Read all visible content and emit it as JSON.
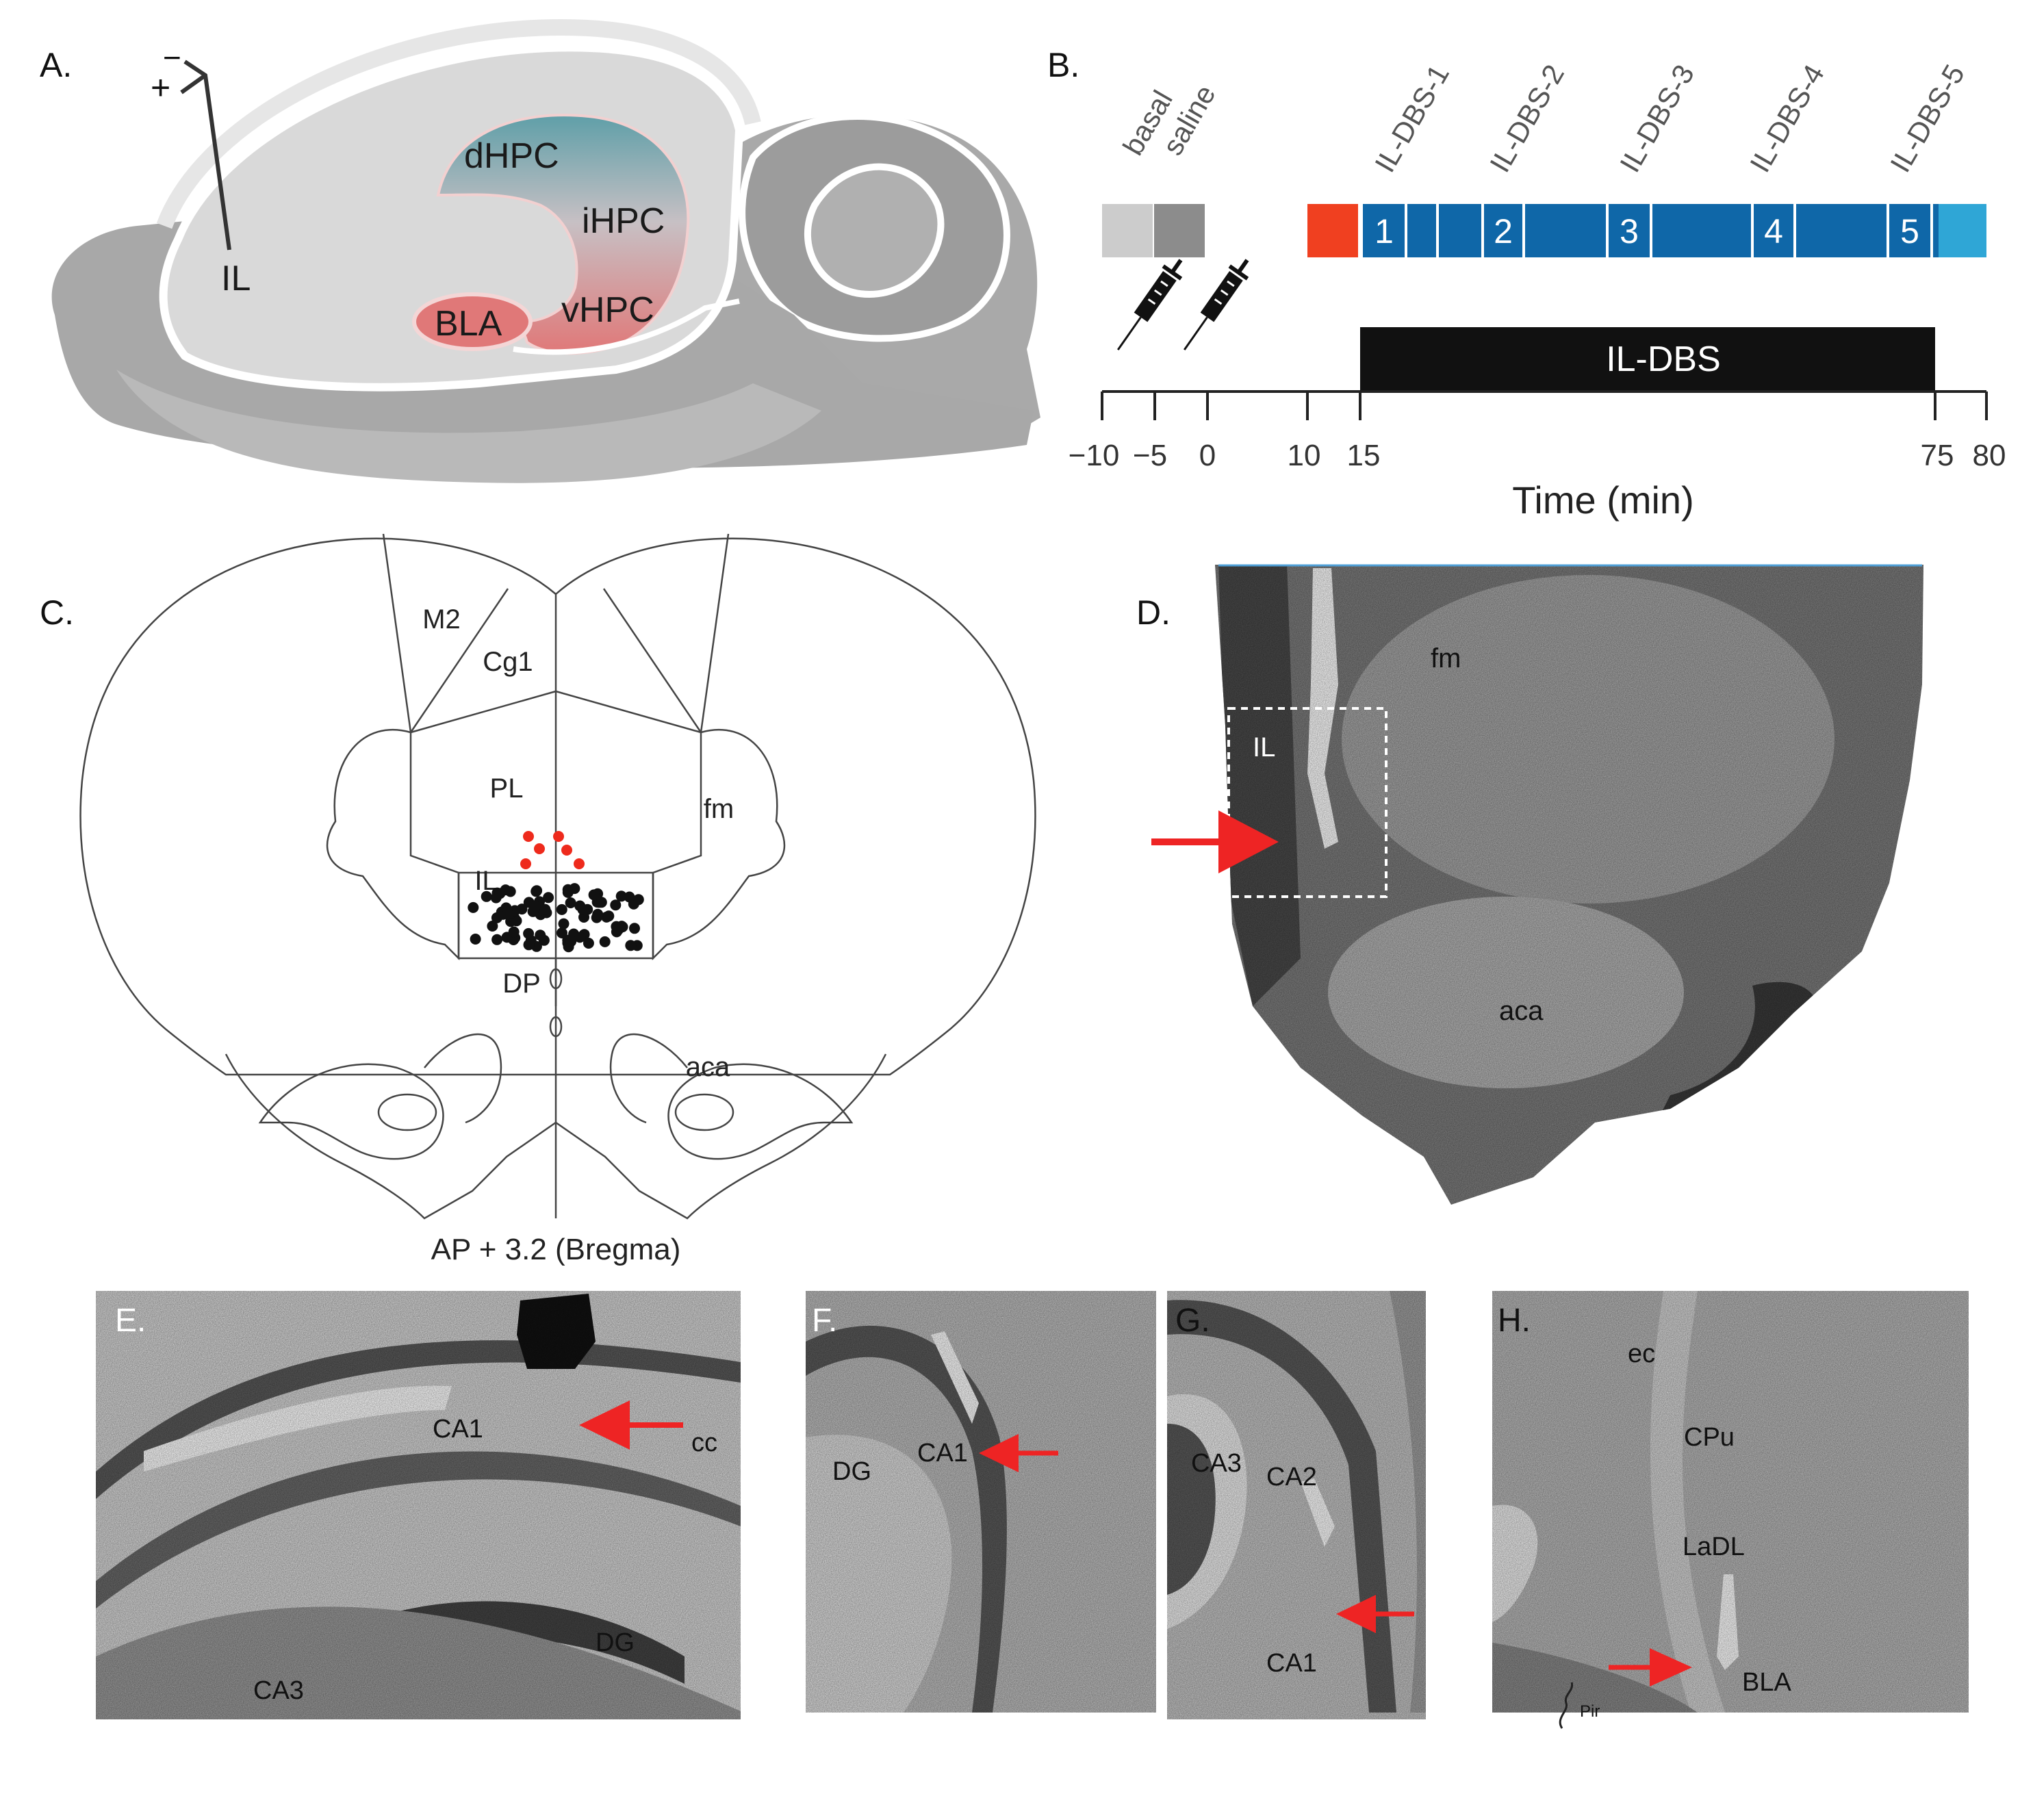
{
  "panels": {
    "a": {
      "label": "A.",
      "polarity_minus": "−",
      "polarity_plus": "+",
      "regions": {
        "dhpc": "dHPC",
        "ihpc": "iHPC",
        "vhpc": "vHPC",
        "bla": "BLA",
        "il": "IL"
      }
    },
    "b": {
      "label": "B.",
      "phase_labels": [
        "basal",
        "saline",
        "IL-DBS-1",
        "IL-DBS-2",
        "IL-DBS-3",
        "IL-DBS-4",
        "IL-DBS-5"
      ],
      "block_numbers": [
        "1",
        "2",
        "3",
        "4",
        "5"
      ],
      "stim_bar_label": "IL-DBS",
      "ticks": [
        "−10",
        "−5",
        "0",
        "10",
        "15",
        "75",
        "80"
      ],
      "axis_title": "Time (min)"
    },
    "c": {
      "label": "C.",
      "regions": {
        "m2": "M2",
        "cg1": "Cg1",
        "pl": "PL",
        "il": "IL",
        "dp": "DP",
        "fm": "fm",
        "aca": "aca"
      },
      "caption": "AP + 3.2 (Bregma)"
    },
    "d": {
      "label": "D.",
      "fm": "fm",
      "il": "IL",
      "aca": "aca"
    },
    "e": {
      "label": "E.",
      "ca1": "CA1",
      "cc": "cc",
      "dg": "DG",
      "ca3": "CA3"
    },
    "f": {
      "label": "F.",
      "dg": "DG",
      "ca1": "CA1"
    },
    "g": {
      "label": "G.",
      "ca3": "CA3",
      "ca2": "CA2",
      "ca1": "CA1"
    },
    "h": {
      "label": "H.",
      "ec": "ec",
      "cpu": "CPu",
      "ladl": "LaDL",
      "bla": "BLA",
      "pir": "Pir"
    }
  },
  "colors": {
    "basal": "#cccccc",
    "saline": "#8c8c8c",
    "pre_dbs": "#f04020",
    "dbs_block": "#0f67a8",
    "post_dbs": "#2fa6d6",
    "stim_bar": "#111111",
    "dhpc": "#5f9fa8",
    "vhpc": "#e07878",
    "arrow": "#ee2424",
    "red_dot": "#ee2a1c"
  }
}
